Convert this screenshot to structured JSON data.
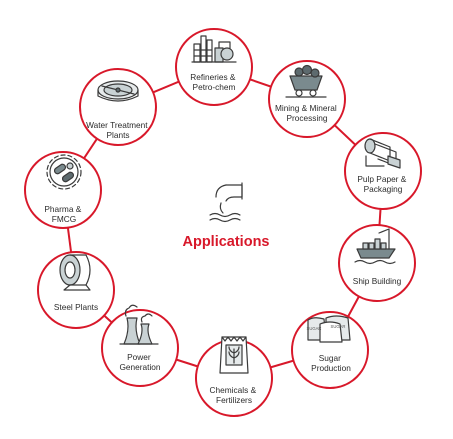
{
  "center": {
    "label": "Applications",
    "icon": "pipe-discharge-icon"
  },
  "nodes": [
    {
      "id": "refineries",
      "lines": [
        "Refineries &",
        "Petro-chem"
      ],
      "icon": "refinery-icon"
    },
    {
      "id": "mining",
      "lines": [
        "Mining & Mineral",
        "Processing"
      ],
      "icon": "mining-cart-icon"
    },
    {
      "id": "pulp",
      "lines": [
        "Pulp Paper &",
        "Packaging"
      ],
      "icon": "paper-roll-icon"
    },
    {
      "id": "ship",
      "lines": [
        "Ship Building"
      ],
      "icon": "ship-icon"
    },
    {
      "id": "sugar",
      "lines": [
        "Sugar",
        "Production"
      ],
      "icon": "sugar-sacks-icon"
    },
    {
      "id": "chemicals",
      "lines": [
        "Chemicals &",
        "Fertilizers"
      ],
      "icon": "fertilizer-bag-icon"
    },
    {
      "id": "power",
      "lines": [
        "Power",
        "Generation"
      ],
      "icon": "cooling-tower-icon"
    },
    {
      "id": "steel",
      "lines": [
        "Steel Plants"
      ],
      "icon": "steel-coil-icon"
    },
    {
      "id": "pharma",
      "lines": [
        "Pharma &",
        "FMCG"
      ],
      "icon": "pills-gear-icon"
    },
    {
      "id": "water",
      "lines": [
        "Water Treatment",
        "Plants"
      ],
      "icon": "clarifier-icon"
    }
  ],
  "colors": {
    "accent": "#d8182a",
    "ring": "#d8182a",
    "icon_stroke": "#3a3a3a",
    "icon_fill": "#7a8a8e"
  }
}
